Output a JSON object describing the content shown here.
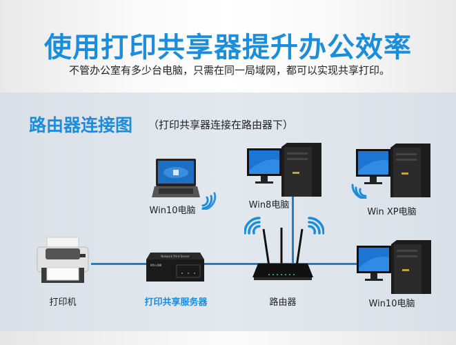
{
  "header": {
    "title": "使用打印共享器提升办公效率",
    "subtitle": "不管办公室有多少台电脑，只需在同一局域网，都可以实现共享打印。"
  },
  "section": {
    "title": "路由器连接图",
    "note": "（打印共享器连接在路由器下）"
  },
  "devices": {
    "printer": {
      "label": "打印机",
      "icon": "printer-icon"
    },
    "print_server": {
      "label": "打印共享服务器",
      "icon": "print-server-icon"
    },
    "router": {
      "label": "路由器",
      "icon": "router-icon"
    },
    "laptop_win10": {
      "label": "Win10电脑",
      "icon": "laptop-icon",
      "connection": "wireless"
    },
    "desktop_win8": {
      "label": "Win8电脑",
      "icon": "desktop-icon",
      "connection": "wired"
    },
    "desktop_winxp": {
      "label": "Win XP电脑",
      "icon": "desktop-icon",
      "connection": "wireless"
    },
    "desktop_win10": {
      "label": "Win10电脑",
      "icon": "desktop-icon",
      "connection": "wired"
    }
  },
  "colors": {
    "accent": "#1b8ddb",
    "line": "#1a7fcf",
    "panel_bg": "#dfe5eb"
  }
}
